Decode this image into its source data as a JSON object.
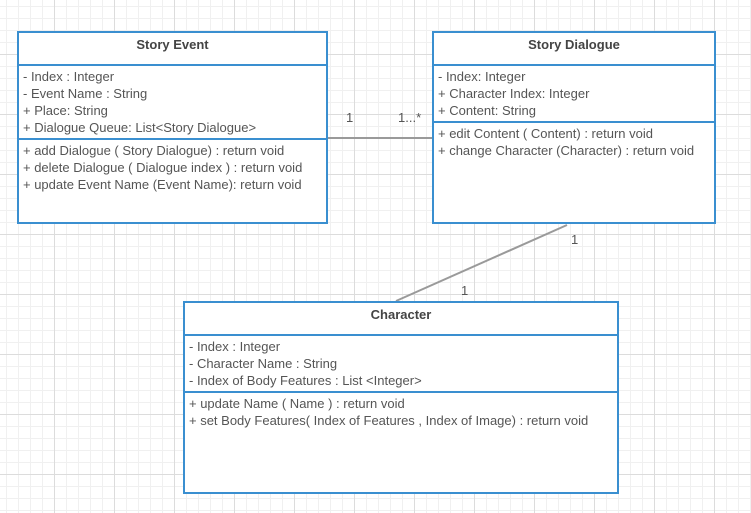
{
  "diagram": {
    "classes": {
      "story_event": {
        "name": "Story Event",
        "attributes": [
          "- Index : Integer",
          "- Event Name : String",
          "+ Place: String",
          "+ Dialogue Queue: List<Story Dialogue>"
        ],
        "methods": [
          "+ add Dialogue ( Story Dialogue) : return void",
          "+ delete Dialogue ( Dialogue index ) : return void",
          "+ update Event Name (Event Name): return void"
        ]
      },
      "story_dialogue": {
        "name": "Story Dialogue",
        "attributes": [
          "- Index: Integer",
          "+ Character Index: Integer",
          "+ Content: String"
        ],
        "methods": [
          "+ edit Content ( Content) : return void",
          "+ change Character (Character) : return void"
        ]
      },
      "character": {
        "name": "Character",
        "attributes": [
          "- Index : Integer",
          "- Character Name : String",
          "- Index of Body Features : List <Integer>"
        ],
        "methods": [
          "+ update Name ( Name ) : return void",
          "+ set Body Features( Index of Features , Index of Image) : return void"
        ]
      }
    },
    "associations": [
      {
        "from": "story_event",
        "to": "story_dialogue",
        "from_multiplicity": "1",
        "to_multiplicity": "1...*"
      },
      {
        "from": "story_dialogue",
        "to": "character",
        "from_multiplicity": "1",
        "to_multiplicity": "1"
      }
    ],
    "colors": {
      "class_border": "#3a8fd0",
      "connector": "#999999",
      "grid": "#dcdcdc"
    }
  }
}
